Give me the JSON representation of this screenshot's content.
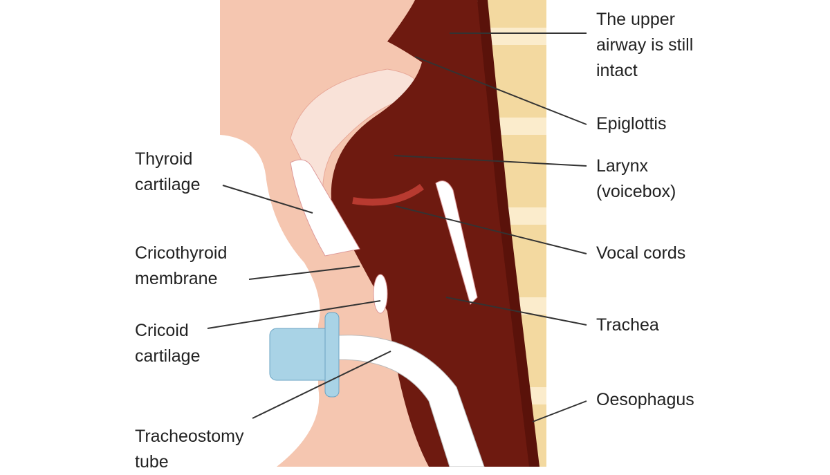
{
  "labels": {
    "upper_airway": "The upper\nairway is still\nintact",
    "epiglottis": "Epiglottis",
    "larynx": "Larynx\n(voicebox)",
    "vocal_cords": "Vocal cords",
    "trachea": "Trachea",
    "oesophagus": "Oesophagus",
    "thyroid": "Thyroid\ncartilage",
    "cricothyroid": "Cricothyroid\nmembrane",
    "cricoid": "Cricoid\ncartilage",
    "tracheostomy": "Tracheostomy\ntube"
  },
  "colors": {
    "skin": "#f5c6b0",
    "airway": "#6e1a10",
    "spine": "#f3d9a0",
    "cartilage": "#ffffff",
    "tube_cap": "#a9d3e6"
  }
}
